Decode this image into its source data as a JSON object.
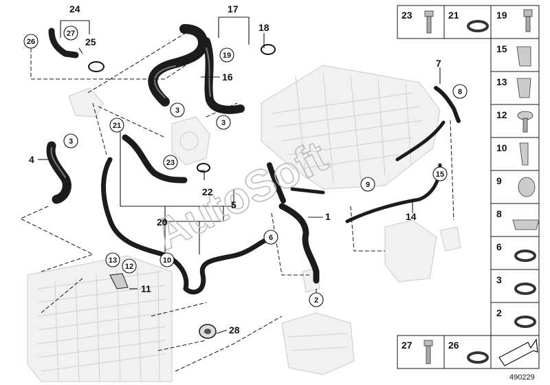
{
  "callouts": {
    "c1": "1",
    "c2": "2",
    "c3a": "3",
    "c3b": "3",
    "c3c": "3",
    "c4": "4",
    "c5": "5",
    "c6": "6",
    "c7": "7",
    "c8": "8",
    "c9": "9",
    "c10": "10",
    "c11": "11",
    "c12": "12",
    "c13": "13",
    "c14": "14",
    "c15": "15",
    "c16": "16",
    "c17": "17",
    "c18": "18",
    "c19": "19",
    "c20": "20",
    "c21": "21",
    "c22": "22",
    "c23": "23",
    "c24": "24",
    "c25": "25",
    "c26": "26",
    "c27": "27",
    "c28": "28"
  },
  "parts_panel": {
    "header": [
      "23",
      "21",
      "19"
    ],
    "column": [
      "15",
      "13",
      "12",
      "10",
      "9",
      "8",
      "6",
      "3",
      "2"
    ],
    "footer": [
      "27",
      "26"
    ]
  },
  "reference": "490229",
  "watermark": "AutoSoft"
}
